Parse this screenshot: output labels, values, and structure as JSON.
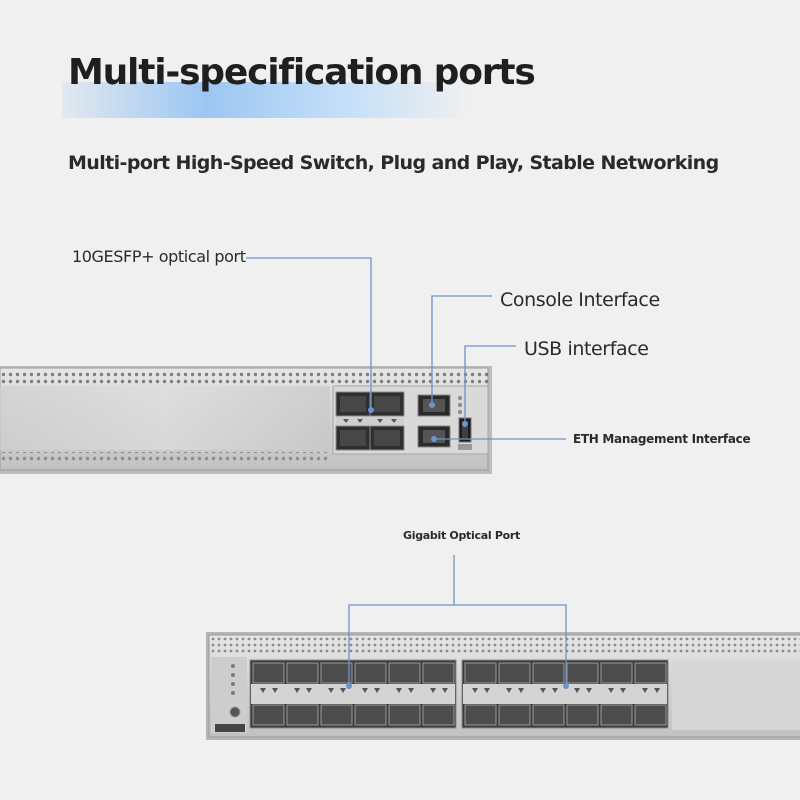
{
  "heading": {
    "title": "Multi-specification ports",
    "subtitle": "Multi-port High-Speed Switch, Plug and Play, Stable Networking"
  },
  "callouts": {
    "sfp_label": "10GESFP+ optical port",
    "console_label": "Console Interface",
    "usb_label": "USB interface",
    "eth_label": "ETH Management Interface",
    "gigabit_label": "Gigabit Optical Port"
  },
  "colors": {
    "background": "#f0f0f0",
    "callout_line": "#6b93cc",
    "title_band": "#9cc6f2"
  }
}
